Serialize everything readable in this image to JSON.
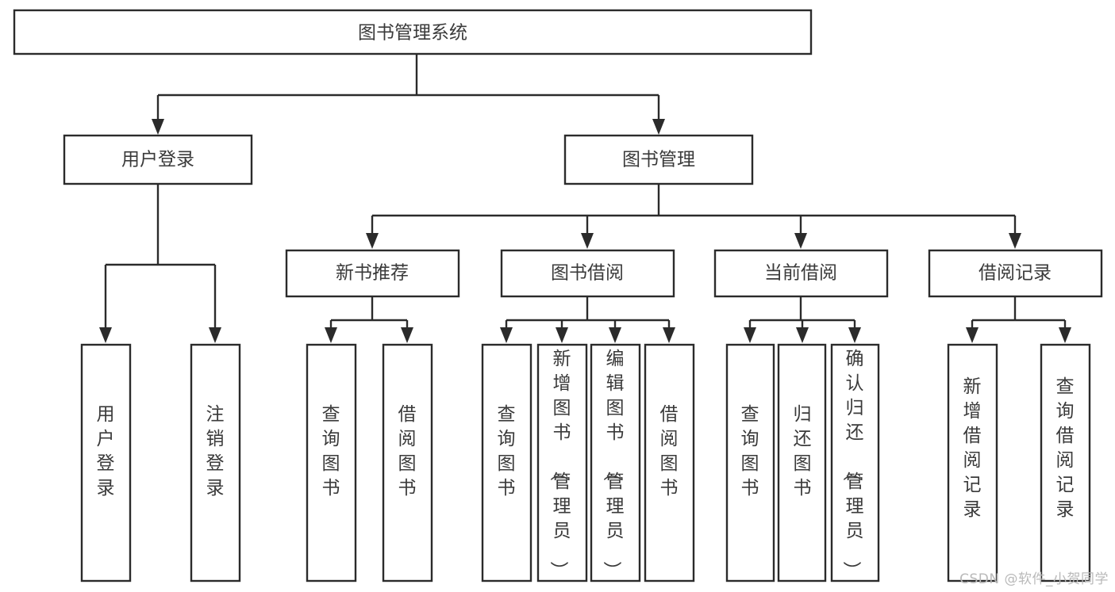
{
  "diagram": {
    "type": "tree-hierarchy",
    "title": "图书管理系统",
    "watermark": "CSDN @软件_小贺同学",
    "colors": {
      "background": "#ffffff",
      "box_fill": "#ffffff",
      "box_stroke": "#2b2b2b",
      "text": "#3a3a3a",
      "watermark": "#b9b9b9"
    },
    "levels": {
      "root": {
        "label": "图书管理系统",
        "orientation": "horizontal"
      },
      "level2": [
        {
          "label": "用户登录",
          "orientation": "horizontal"
        },
        {
          "label": "图书管理",
          "orientation": "horizontal"
        }
      ],
      "level3": [
        {
          "label": "新书推荐",
          "orientation": "horizontal"
        },
        {
          "label": "图书借阅",
          "orientation": "horizontal"
        },
        {
          "label": "当前借阅",
          "orientation": "horizontal"
        },
        {
          "label": "借阅记录",
          "orientation": "horizontal"
        }
      ],
      "leaves": {
        "user_login": [
          {
            "label": "用户登录",
            "orientation": "vertical"
          },
          {
            "label": "注销登录",
            "orientation": "vertical"
          }
        ],
        "new_book_recommend": [
          {
            "label": "查询图书",
            "orientation": "vertical"
          },
          {
            "label": "借阅图书",
            "orientation": "vertical"
          }
        ],
        "book_borrow": [
          {
            "label": "查询图书",
            "orientation": "vertical"
          },
          {
            "label": "新增图书（管理员）",
            "orientation": "vertical"
          },
          {
            "label": "编辑图书（管理员）",
            "orientation": "vertical"
          },
          {
            "label": "借阅图书",
            "orientation": "vertical"
          }
        ],
        "current_borrow": [
          {
            "label": "查询图书",
            "orientation": "vertical"
          },
          {
            "label": "归还图书",
            "orientation": "vertical"
          },
          {
            "label": "确认归还（管理员）",
            "orientation": "vertical"
          }
        ],
        "borrow_record": [
          {
            "label": "新增借阅记录",
            "orientation": "vertical"
          },
          {
            "label": "查询借阅记录",
            "orientation": "vertical"
          }
        ]
      }
    }
  },
  "chart_data": {
    "type": "table",
    "title": "图书管理系统",
    "nodes": [
      {
        "id": "root",
        "label": "图书管理系统",
        "level": 0,
        "parent": null
      },
      {
        "id": "n-user-login",
        "label": "用户登录",
        "level": 1,
        "parent": "root"
      },
      {
        "id": "n-book-manage",
        "label": "图书管理",
        "level": 1,
        "parent": "root"
      },
      {
        "id": "n-new-book",
        "label": "新书推荐",
        "level": 2,
        "parent": "n-book-manage"
      },
      {
        "id": "n-book-borrow",
        "label": "图书借阅",
        "level": 2,
        "parent": "n-book-manage"
      },
      {
        "id": "n-current-borrow",
        "label": "当前借阅",
        "level": 2,
        "parent": "n-book-manage"
      },
      {
        "id": "n-borrow-record",
        "label": "借阅记录",
        "level": 2,
        "parent": "n-book-manage"
      },
      {
        "id": "l-user-login",
        "label": "用户登录",
        "level": 2,
        "parent": "n-user-login"
      },
      {
        "id": "l-logout",
        "label": "注销登录",
        "level": 2,
        "parent": "n-user-login"
      },
      {
        "id": "l-nb-query",
        "label": "查询图书",
        "level": 3,
        "parent": "n-new-book"
      },
      {
        "id": "l-nb-borrow",
        "label": "借阅图书",
        "level": 3,
        "parent": "n-new-book"
      },
      {
        "id": "l-bb-query",
        "label": "查询图书",
        "level": 3,
        "parent": "n-book-borrow"
      },
      {
        "id": "l-bb-add",
        "label": "新增图书（管理员）",
        "level": 3,
        "parent": "n-book-borrow"
      },
      {
        "id": "l-bb-edit",
        "label": "编辑图书（管理员）",
        "level": 3,
        "parent": "n-book-borrow"
      },
      {
        "id": "l-bb-borrow",
        "label": "借阅图书",
        "level": 3,
        "parent": "n-book-borrow"
      },
      {
        "id": "l-cb-query",
        "label": "查询图书",
        "level": 3,
        "parent": "n-current-borrow"
      },
      {
        "id": "l-cb-return",
        "label": "归还图书",
        "level": 3,
        "parent": "n-current-borrow"
      },
      {
        "id": "l-cb-confirm",
        "label": "确认归还（管理员）",
        "level": 3,
        "parent": "n-current-borrow"
      },
      {
        "id": "l-br-add",
        "label": "新增借阅记录",
        "level": 3,
        "parent": "n-borrow-record"
      },
      {
        "id": "l-br-query",
        "label": "查询借阅记录",
        "level": 3,
        "parent": "n-borrow-record"
      }
    ]
  }
}
